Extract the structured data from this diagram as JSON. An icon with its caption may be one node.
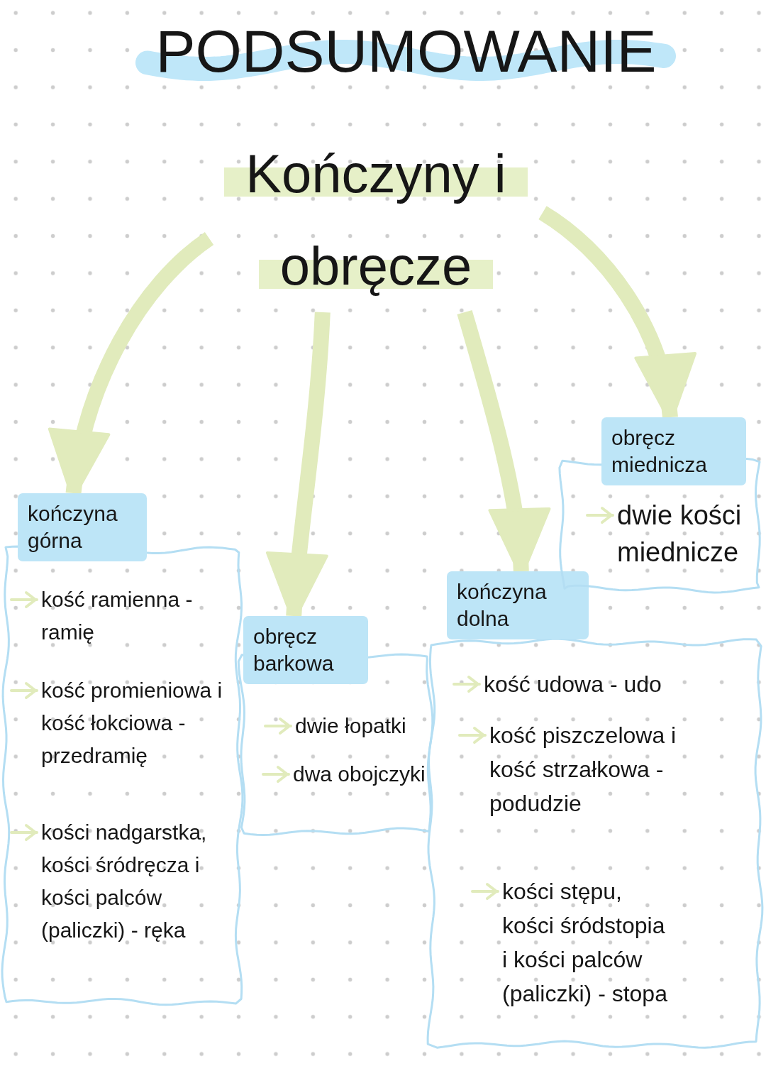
{
  "diagram": {
    "title": "PODSUMOWANIE",
    "nodes": [
      {
        "text": [
          "Kończyny i obręcze"
        ]
      },
      {
        "text": [
          "kończyna górna"
        ]
      },
      {
        "text": [
          "kość ramienna - ramię"
        ],
        "in": 1
      },
      {
        "text": [
          "kość promieniowa i kość łokciowa - przedramię"
        ],
        "in": 1
      },
      {
        "text": [
          "kości nadgarstka, kości śródręcza i kości palców (paliczki) - ręka"
        ],
        "in": 1
      },
      {
        "text": [
          "obręcz barkowa"
        ]
      },
      {
        "text": [
          "dwie łopatki"
        ],
        "in": 5
      },
      {
        "text": [
          "dwa obojczyki"
        ],
        "in": 5
      },
      {
        "text": [
          "kończyna dolna"
        ]
      },
      {
        "text": [
          "kość udowa - udo"
        ],
        "in": 8
      },
      {
        "text": [
          "kość piszczelowa i kość strzałkowa - podudzie"
        ],
        "in": 8
      },
      {
        "text": [
          "kości stępu, kości śródstopia i kości palców (paliczki) - stopa"
        ],
        "in": 8
      },
      {
        "text": [
          "obręcz miednicza"
        ]
      },
      {
        "text": [
          "dwie kości miednicze"
        ],
        "in": 12
      }
    ],
    "edges": [
      {
        "from": 0,
        "to": 1,
        "arrow": "to",
        "style": "thick"
      },
      {
        "from": 0,
        "to": 5,
        "arrow": "to",
        "style": "thick"
      },
      {
        "from": 0,
        "to": 8,
        "arrow": "to",
        "style": "thick"
      },
      {
        "from": 0,
        "to": 12,
        "arrow": "to",
        "style": "thick"
      },
      {
        "from": null,
        "to": 2,
        "arrow": "to"
      },
      {
        "from": null,
        "to": 3,
        "arrow": "to"
      },
      {
        "from": null,
        "to": 4,
        "arrow": "to"
      },
      {
        "from": null,
        "to": 6,
        "arrow": "to"
      },
      {
        "from": null,
        "to": 7,
        "arrow": "to"
      },
      {
        "from": null,
        "to": 9,
        "arrow": "to"
      },
      {
        "from": null,
        "to": 10,
        "arrow": "to"
      },
      {
        "from": null,
        "to": 11,
        "arrow": "to"
      },
      {
        "from": null,
        "to": 13,
        "arrow": "to"
      }
    ]
  }
}
